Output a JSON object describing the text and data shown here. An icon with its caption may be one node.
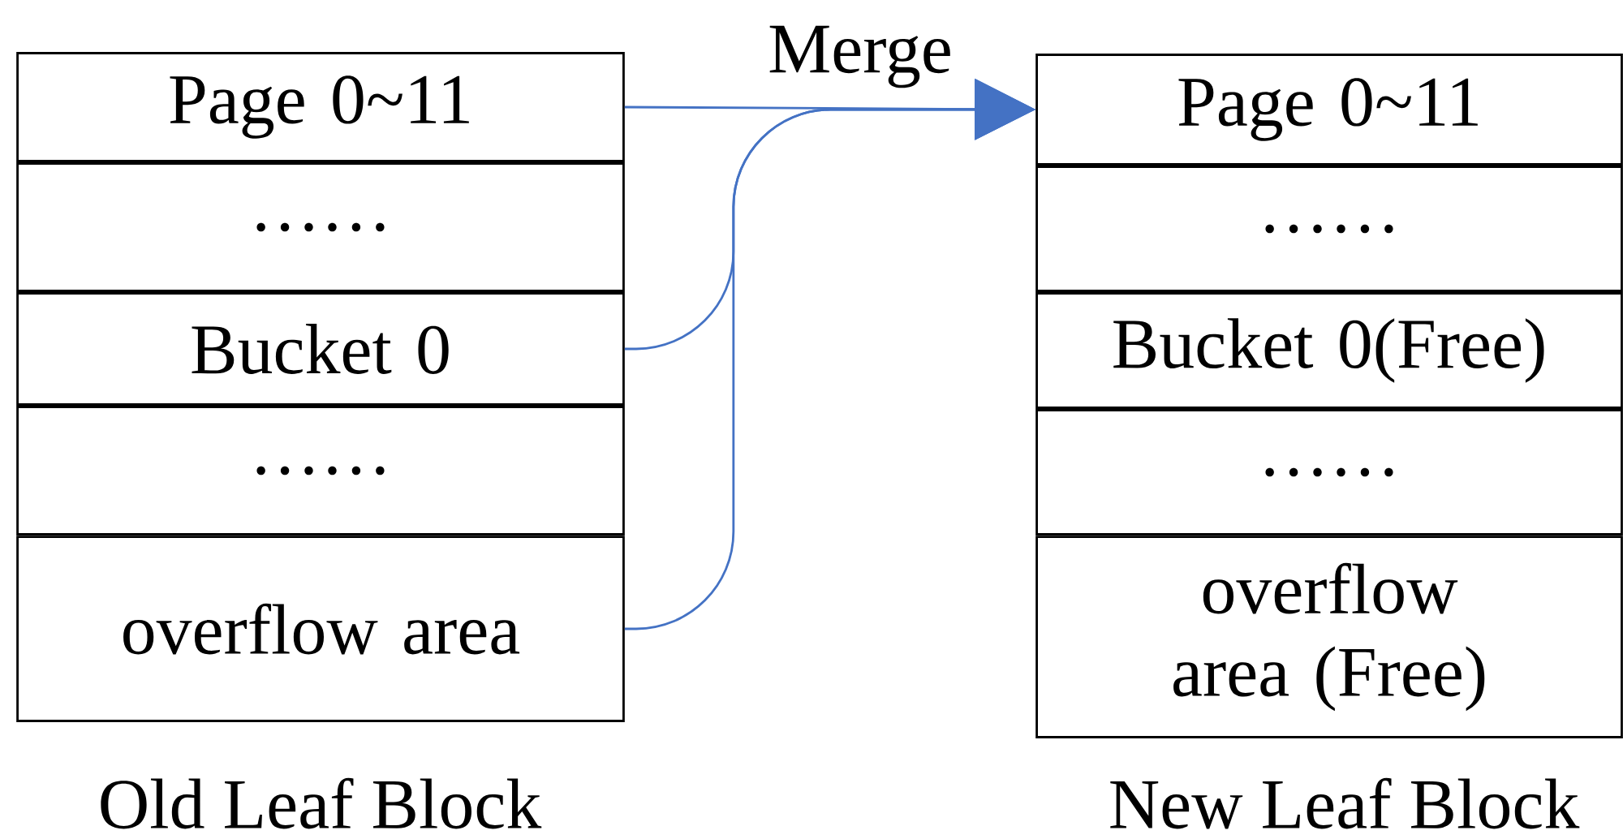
{
  "diagram": {
    "nodes": [
      {
        "text": [
          "Page 0~11"
        ]
      },
      {
        "text": [
          "……"
        ]
      },
      {
        "text": [
          "Bucket 0"
        ]
      },
      {
        "text": [
          "……"
        ]
      },
      {
        "text": [
          "overflow area"
        ]
      },
      {
        "text": [
          "Page 0~11"
        ]
      },
      {
        "text": [
          "……"
        ]
      },
      {
        "text": [
          "Bucket 0(Free)"
        ]
      },
      {
        "text": [
          "……"
        ]
      },
      {
        "text": [
          "overflow area (Free)"
        ]
      }
    ],
    "edges": [
      {
        "from": 0,
        "to": 5,
        "arrow": "to",
        "label": "Merge"
      },
      {
        "from": 2,
        "to": 5,
        "arrow": "to"
      },
      {
        "from": 4,
        "to": 5,
        "arrow": "to"
      }
    ],
    "labels": [
      "Old Leaf Block",
      "New Leaf Block"
    ]
  }
}
